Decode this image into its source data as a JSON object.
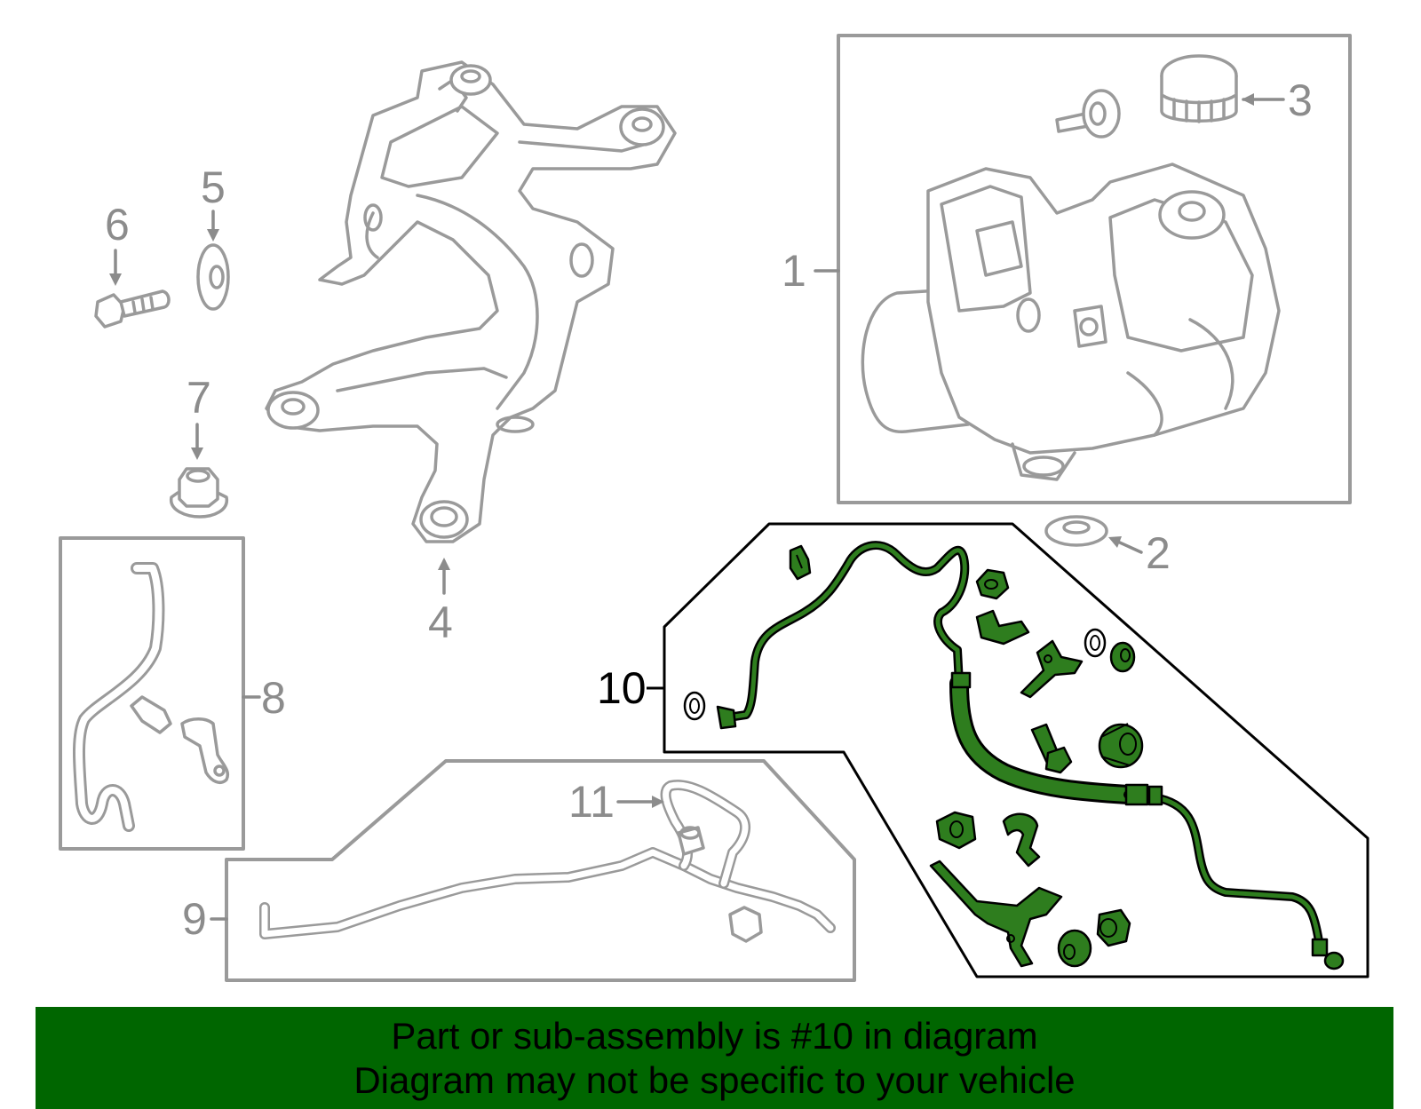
{
  "callouts": {
    "c1": "1",
    "c2": "2",
    "c3": "3",
    "c4": "4",
    "c5": "5",
    "c6": "6",
    "c7": "7",
    "c8": "8",
    "c9": "9",
    "c10": "10",
    "c11": "11"
  },
  "highlighted_part": "10",
  "colors": {
    "highlight": "#2e7d1e",
    "banner": "#006600",
    "outline": "#9a9a9a"
  },
  "banner": {
    "line1": "Part or sub-assembly is #10 in diagram",
    "line2": "Diagram may not be specific to your vehicle"
  }
}
